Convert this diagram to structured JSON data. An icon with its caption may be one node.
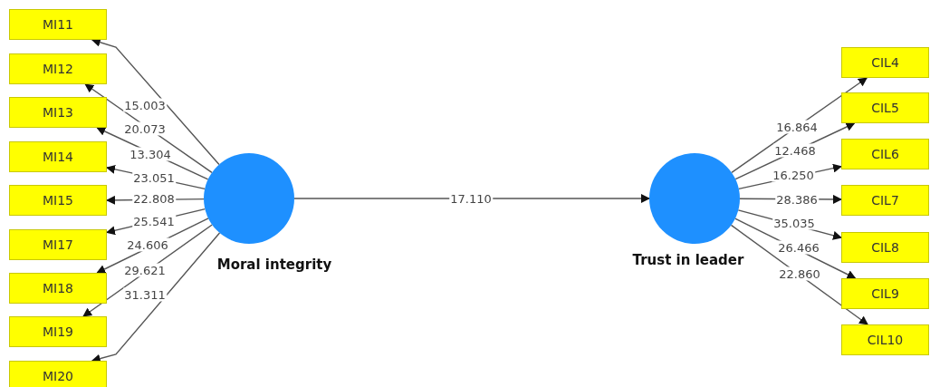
{
  "diagram": {
    "nodes": [
      {
        "text": [
          "MI11"
        ]
      },
      {
        "text": [
          "MI12"
        ]
      },
      {
        "text": [
          "MI13"
        ]
      },
      {
        "text": [
          "MI14"
        ]
      },
      {
        "text": [
          "MI15"
        ]
      },
      {
        "text": [
          "MI17"
        ]
      },
      {
        "text": [
          "MI18"
        ]
      },
      {
        "text": [
          "MI19"
        ]
      },
      {
        "text": [
          "MI20"
        ]
      },
      {
        "text": [
          "Moral integrity"
        ]
      },
      {
        "text": [
          "Trust in leader"
        ]
      },
      {
        "text": [
          "CIL4"
        ]
      },
      {
        "text": [
          "CIL5"
        ]
      },
      {
        "text": [
          "CIL6"
        ]
      },
      {
        "text": [
          "CIL7"
        ]
      },
      {
        "text": [
          "CIL8"
        ]
      },
      {
        "text": [
          "CIL9"
        ]
      },
      {
        "text": [
          "CIL10"
        ]
      }
    ],
    "edges": [
      {
        "from": 9,
        "to": 0,
        "arrow": "to",
        "label": "15.003"
      },
      {
        "from": 9,
        "to": 1,
        "arrow": "to",
        "label": "20.073"
      },
      {
        "from": 9,
        "to": 2,
        "arrow": "to",
        "label": "13.304"
      },
      {
        "from": 9,
        "to": 3,
        "arrow": "to",
        "label": "23.051"
      },
      {
        "from": 9,
        "to": 4,
        "arrow": "to",
        "label": "22.808"
      },
      {
        "from": 9,
        "to": 5,
        "arrow": "to",
        "label": "25.541"
      },
      {
        "from": 9,
        "to": 6,
        "arrow": "to",
        "label": "24.606"
      },
      {
        "from": 9,
        "to": 7,
        "arrow": "to",
        "label": "29.621"
      },
      {
        "from": 9,
        "to": 8,
        "arrow": "to",
        "label": "31.311"
      },
      {
        "from": 9,
        "to": 10,
        "arrow": "to",
        "label": "17.110"
      },
      {
        "from": 10,
        "to": 11,
        "arrow": "to",
        "label": "16.864"
      },
      {
        "from": 10,
        "to": 12,
        "arrow": "to",
        "label": "12.468"
      },
      {
        "from": 10,
        "to": 13,
        "arrow": "to",
        "label": "16.250"
      },
      {
        "from": 10,
        "to": 14,
        "arrow": "to",
        "label": "28.386"
      },
      {
        "from": 10,
        "to": 15,
        "arrow": "to",
        "label": "35.035"
      },
      {
        "from": 10,
        "to": 16,
        "arrow": "to",
        "label": "26.466"
      },
      {
        "from": 10,
        "to": 17,
        "arrow": "to",
        "label": "22.860"
      }
    ]
  }
}
